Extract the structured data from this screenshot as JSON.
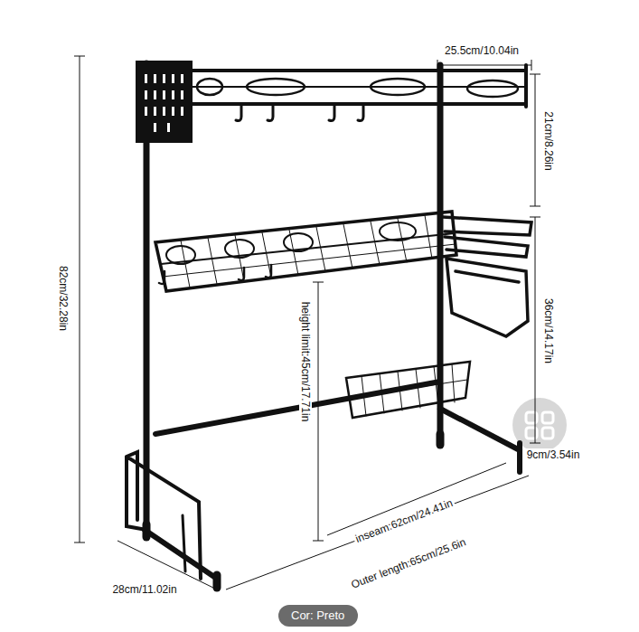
{
  "diagram": {
    "nodes": [
      {
        "text": [
          "Cor: Preto"
        ]
      }
    ],
    "labels": [
      "25.5cm/10.04in",
      "21cm/8.26in",
      "82cm/32.28in",
      "36cm/14.17in",
      "height limit:45cm/17.71in",
      "9cm/3.54in",
      "inseam:62cm/24.41in",
      "Outer length:65cm/25.6in",
      "28cm/11.02in"
    ]
  }
}
